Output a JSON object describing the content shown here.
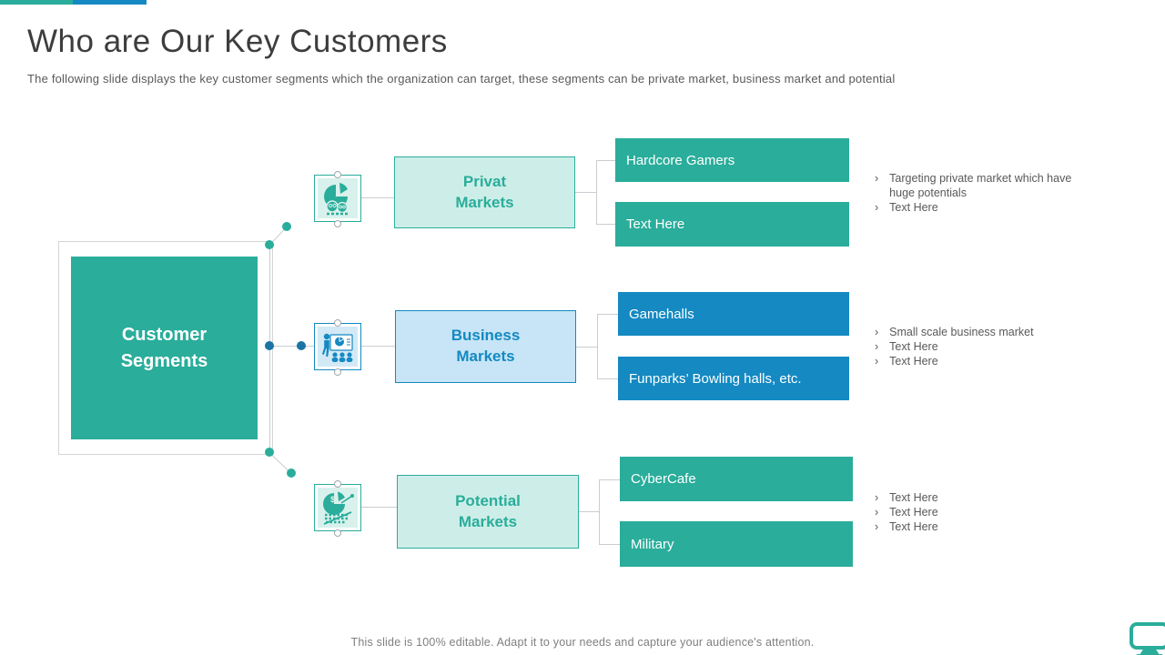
{
  "slide": {
    "title": "Who are Our Key Customers",
    "subtitle": "The following slide displays the key customer segments which the organization can target, these segments can be private market, business market and potential",
    "footer": "This slide is 100% editable. Adapt it to your needs and capture your audience's attention."
  },
  "bullet_marker": "›",
  "root_node": {
    "line1": "Customer",
    "line2": "Segments"
  },
  "branches": [
    {
      "title_line1": "Privat",
      "title_line2": "Markets",
      "theme": "teal",
      "icon": "pie-chart-people-icon",
      "children": [
        "Hardcore Gamers",
        "Text Here"
      ],
      "bullets": [
        "Targeting private market which have huge potentials",
        "Text Here"
      ]
    },
    {
      "title_line1": "Business",
      "title_line2": "Markets",
      "theme": "blue",
      "icon": "presentation-audience-icon",
      "children": [
        "Gamehalls",
        "Funparks’ Bowling halls, etc."
      ],
      "bullets": [
        "Small scale business market",
        "Text Here",
        "Text Here"
      ]
    },
    {
      "title_line1": "Potential",
      "title_line2": "Markets",
      "theme": "teal",
      "icon": "pie-chart-dollar-icon",
      "children": [
        "CyberCafe",
        "Military"
      ],
      "bullets": [
        "Text Here",
        "Text Here",
        "Text Here"
      ]
    }
  ],
  "colors": {
    "teal": "#2aad9b",
    "blue": "#1489c2",
    "teal_light": "#cdeee8",
    "blue_light": "#c7e5f6",
    "text_gray": "#595959",
    "connector_gray": "#c9cdd1"
  }
}
